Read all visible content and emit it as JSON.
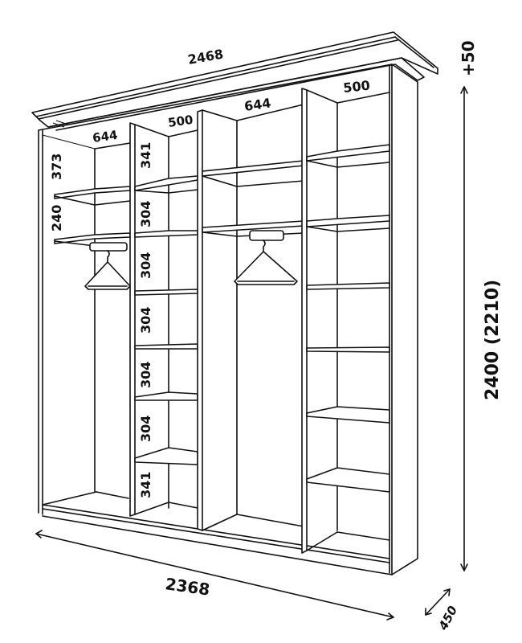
{
  "diagram": {
    "subject": "wardrobe-dimensions",
    "colors": {
      "line": "#111111",
      "background": "#ffffff"
    },
    "overall": {
      "cornice_width": "2468",
      "body_width": "2368",
      "height": "2400 (2210)",
      "cornice_extra": "+50",
      "depth": "450"
    },
    "sections": [
      {
        "id": "left",
        "width": "644",
        "heights": [
          "373",
          "240"
        ],
        "has_hanger": true
      },
      {
        "id": "center-left",
        "width": "500",
        "heights": [
          "341",
          "304",
          "304",
          "304",
          "304",
          "304",
          "341"
        ],
        "has_hanger": false
      },
      {
        "id": "center-right",
        "width": "644",
        "heights": [],
        "has_hanger": true
      },
      {
        "id": "right",
        "width": "500",
        "heights": [],
        "has_hanger": false
      }
    ]
  }
}
